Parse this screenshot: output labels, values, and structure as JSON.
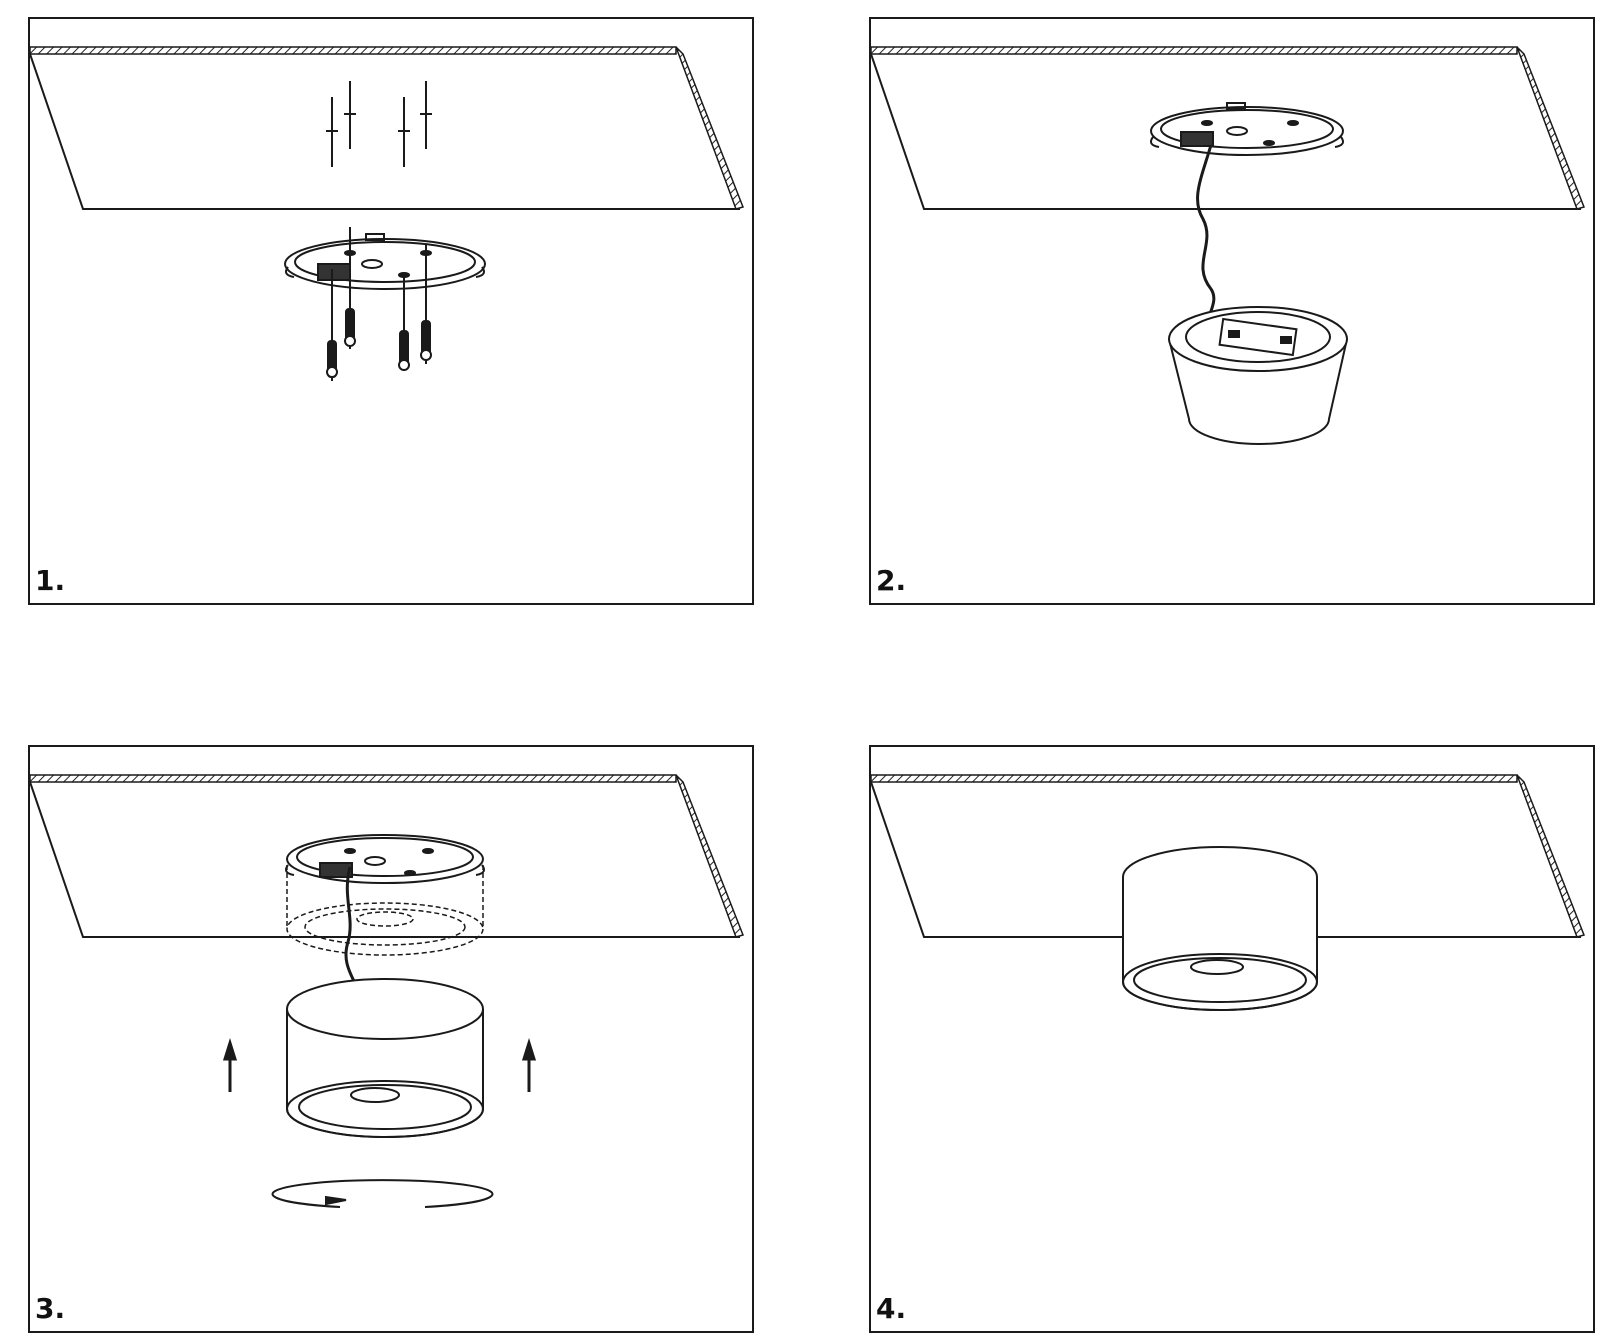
{
  "steps": [
    {
      "label": "1."
    },
    {
      "label": "2."
    },
    {
      "label": "3."
    },
    {
      "label": "4."
    }
  ],
  "colors": {
    "line": "#1a1a1a",
    "background": "#ffffff"
  }
}
